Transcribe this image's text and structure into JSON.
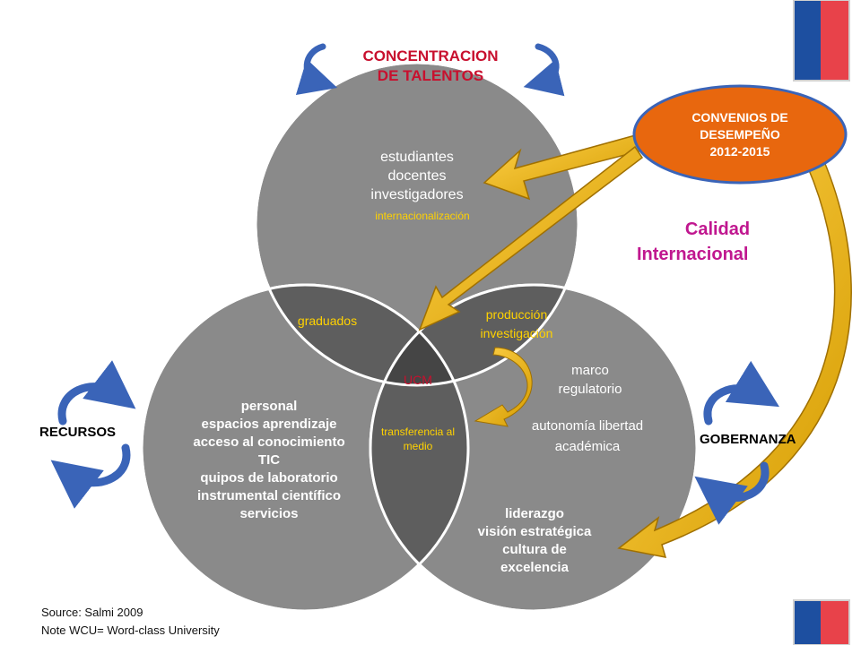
{
  "colors": {
    "circle": "#8a8a8a",
    "overlap2": "#5e5e5e",
    "overlap3": "#454545",
    "arrow_gold": "#e0a400",
    "arrow_gold_light": "#ffd24a",
    "oval": "#e8670e",
    "red_title": "#c8102e",
    "magenta": "#c0178f",
    "cycle_blue": "#3a64b8",
    "flag_blue": "#1d4fa0",
    "flag_red": "#e8424a"
  },
  "header": {
    "line1": "CONCENTRACION",
    "line2": "DE TALENTOS"
  },
  "top_circle": {
    "line1": "estudiantes",
    "line2": "docentes",
    "line3": "investigadores",
    "highlight": "internacionalización"
  },
  "left_circle": {
    "lines": [
      "personal",
      "espacios aprendizaje",
      "acceso al conocimiento",
      "TIC",
      "quipos de laboratorio",
      "instrumental científico",
      "servicios"
    ]
  },
  "right_circle": {
    "marco": [
      "marco",
      "regulatorio"
    ],
    "autonomia": [
      "autonomía libertad",
      "académica"
    ],
    "liderazgo": [
      "liderazgo",
      "visión estratégica",
      "cultura de",
      "excelencia"
    ]
  },
  "overlaps": {
    "graduados": "graduados",
    "produccion": [
      "producción",
      "investigación"
    ],
    "transferencia": [
      "transferencia al",
      "medio"
    ],
    "center": "UCM"
  },
  "oval": {
    "line1": "CONVENIOS DE",
    "line2": "DESEMPEÑO",
    "line3": "2012-2015"
  },
  "calidad": {
    "line1": "Calidad",
    "line2": "Internacional"
  },
  "side_labels": {
    "recursos": "RECURSOS",
    "gobernanza": "GOBERNANZA"
  },
  "footer": {
    "source": "Source: Salmi 2009",
    "note": "Note WCU= Word-class University"
  }
}
